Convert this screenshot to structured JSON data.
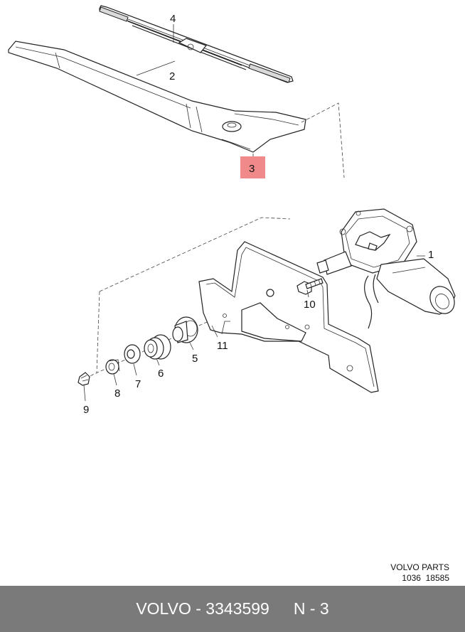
{
  "callouts": {
    "c1": "1",
    "c2": "2",
    "c3": "3",
    "c4": "4",
    "c5": "5",
    "c6": "6",
    "c7": "7",
    "c8": "8",
    "c9": "9",
    "c10": "10",
    "c11": "11"
  },
  "highlight_color": "#f08a8a",
  "footnote": {
    "line1": "VOLVO PARTS",
    "line2": "1036  18585"
  },
  "footer": {
    "part": "VOLVO - 3343599",
    "ref": "N - 3"
  },
  "footer_color": "#7a7a7a"
}
